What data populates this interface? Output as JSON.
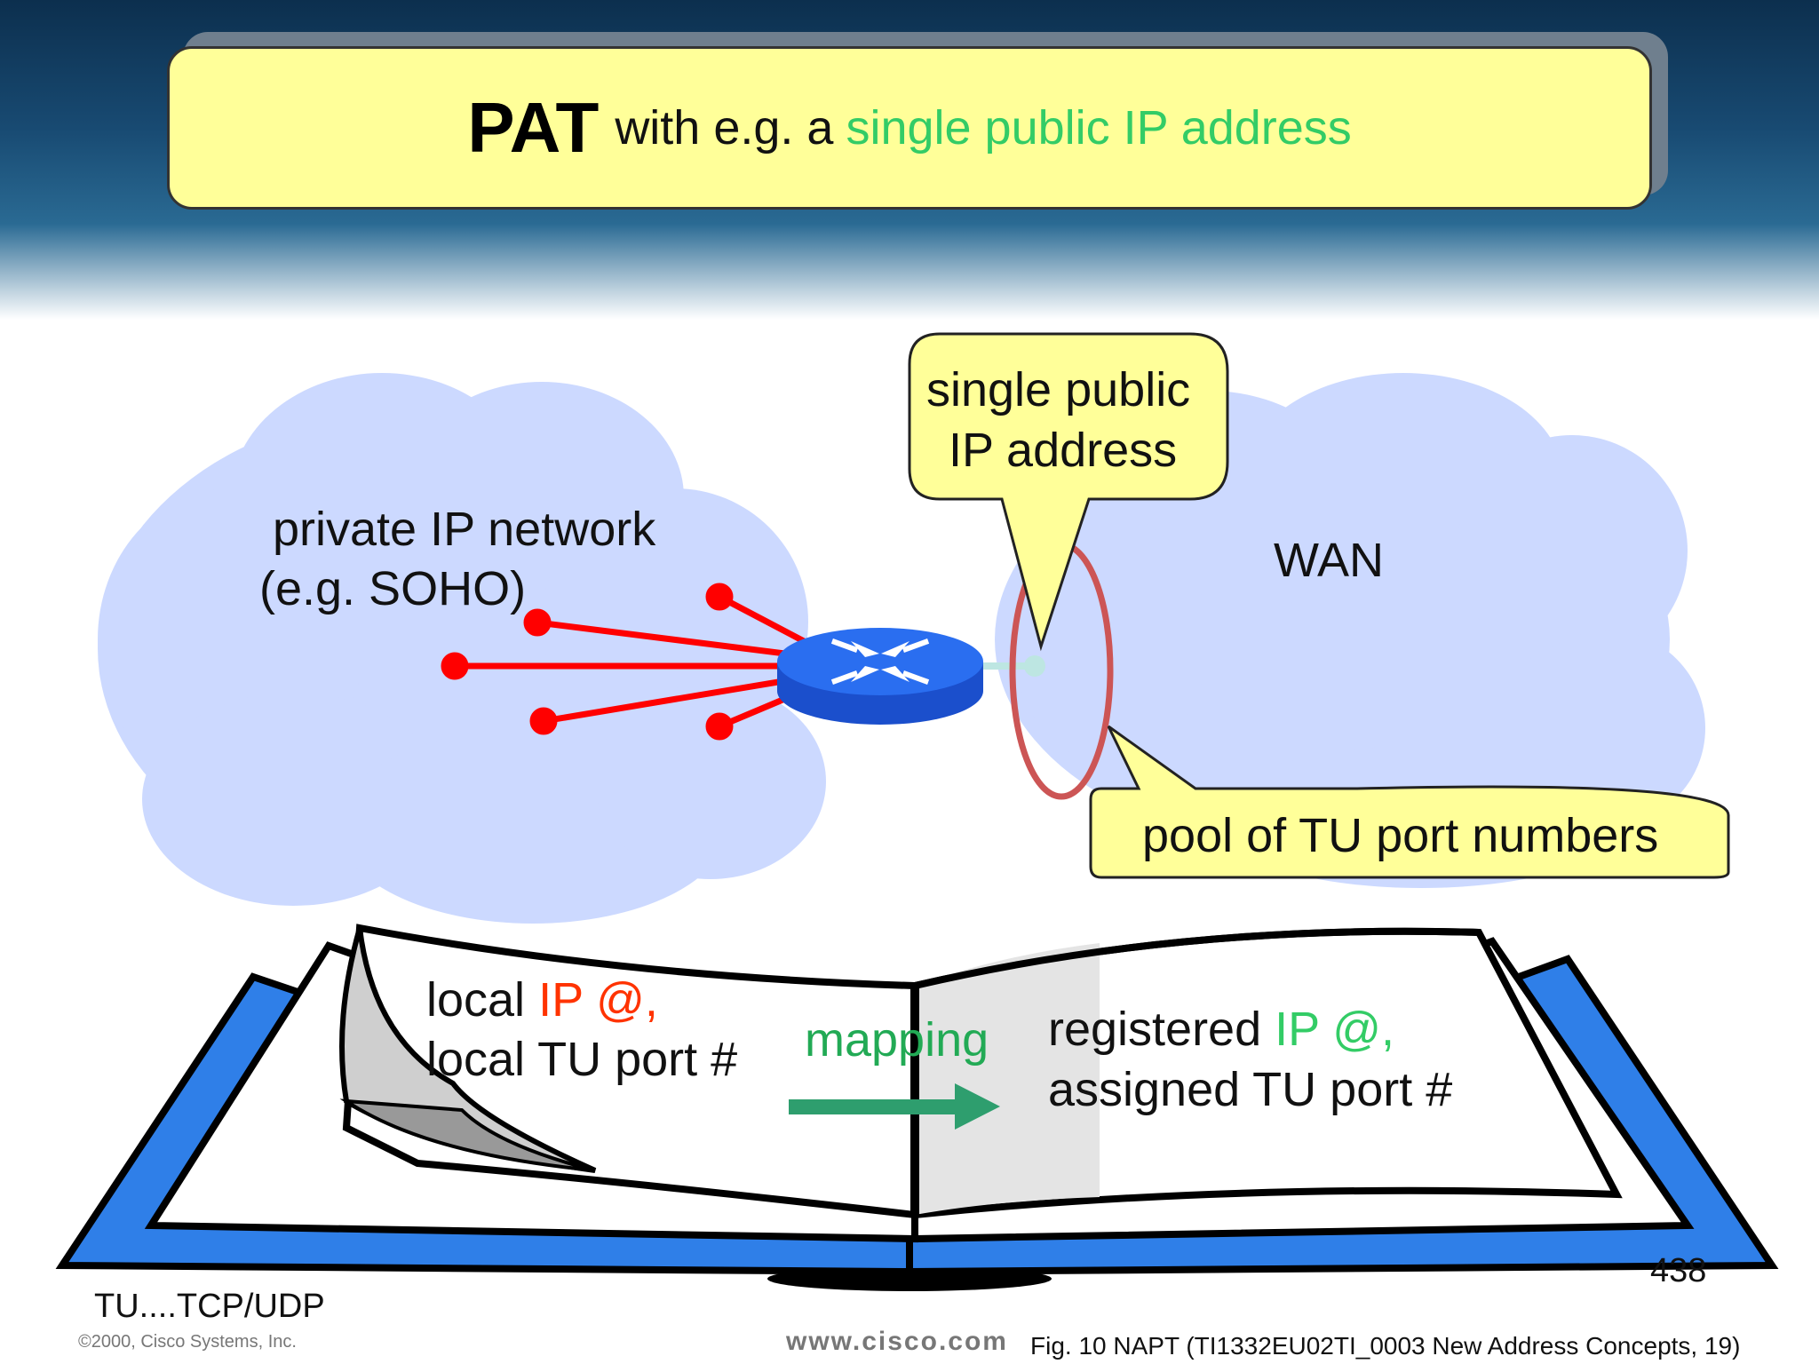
{
  "slide": {
    "title_bold": "PAT",
    "title_mid": "with e.g. a",
    "title_green": "single public IP address",
    "private_net_line1": "private IP network",
    "private_net_line2": "(e.g. SOHO)",
    "wan_label": "WAN",
    "callout_public_line1": "single public",
    "callout_public_line2": "IP address",
    "callout_pool": "pool of TU port numbers",
    "book_left_line1_a": "local ",
    "book_left_line1_b": "IP @,",
    "book_left_line2": "local TU port #",
    "mapping_label": "mapping",
    "book_right_line1_a": "registered ",
    "book_right_line1_b": "IP @,",
    "book_right_line2": "assigned TU port #",
    "page_number": "438",
    "tu_note": "TU....TCP/UDP",
    "copyright": "©2000, Cisco Systems, Inc.",
    "cisco_url": "www.cisco.com",
    "caption": "Fig. 10 NAPT (TI1332EU02TI_0003 New Address Concepts, 19)"
  },
  "colors": {
    "cloud": "#ccd9ff",
    "callout": "#ffff99",
    "router": "#1f5fe0",
    "links": "#ff0000",
    "ellipse": "#cc5555",
    "arrow": "#2e9e6e",
    "book_cover": "#2f7fe8"
  },
  "icons": [
    "router-icon",
    "mapping-arrow-icon",
    "book-icon"
  ]
}
